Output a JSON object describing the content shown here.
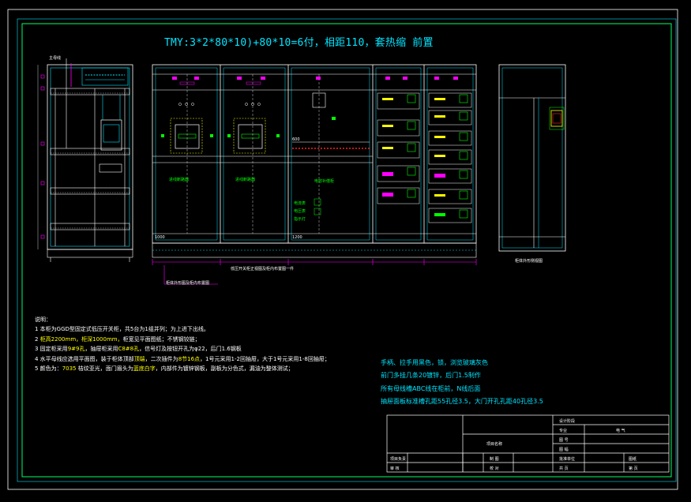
{
  "drawing": {
    "title": "TMY:3*2*80*10)+80*10=6付，相距110，套热缩 前置"
  },
  "notes": {
    "heading": "说明：",
    "items": [
      [
        "1 本柜为GGD型固定式低压开关柜，共5台为1组并列；为上进下出线。",
        ""
      ],
      [
        "2 ",
        "柜高2200mm，柜深1000mm，",
        "柜宽见平面图纸；不锈钢铰链；"
      ],
      [
        "3 固定柜采用",
        "9#9孔",
        "，抽屉柜采用",
        "C8#8孔",
        "，信号灯及按钮开孔为φ22，后门1.6钢板"
      ],
      [
        "4 水平母线应选用平面图，装于柜体顶部",
        "顶端",
        "，二次插件为",
        "8节16点",
        "，1号元采用1-2回抽屉，大于1号元采用1-8回抽屉；"
      ],
      [
        "5 颜色为：",
        "7035",
        " 桔纹亚光，面门眉头为",
        "蓝底白字",
        "，内部件为镀锌钢板，副板为分色式，漏油为整体测试；"
      ]
    ]
  },
  "requirements": [
    "手柄、拉手用黑色，锁，浏览玻璃灰色",
    "前门多挂几条20镀锌，后门1.5制作",
    "所有母线槽ABC线在柜前，N线后面",
    "抽屉面板标准槽孔距55孔径3.5，大门开孔孔距40孔径3.5"
  ],
  "labels": {
    "side_view_top": "主母线",
    "side_caption": "柜体外形图及柜内布置图",
    "front_caption": "低压开关柜正视图及柜内布置图一件",
    "right_caption": "柜体外形侧视图",
    "panel1_label": "进线断路器",
    "panel2_label": "进线断路器",
    "panel3_label": "电容补偿柜",
    "dim_1200": "1200",
    "dim_600": "600",
    "dim_1000": "1000",
    "ind_a": "电流表",
    "ind_b": "电压表",
    "ind_c": "指示灯"
  },
  "title_block": {
    "rows": [
      [
        "",
        "",
        "",
        "",
        "设计阶段",
        ""
      ],
      [
        "",
        "",
        "",
        "",
        "专业",
        "电  气"
      ],
      [
        "",
        "",
        "项目名称",
        "",
        "图  号",
        ""
      ],
      [
        "",
        "",
        "",
        "",
        "图  幅",
        ""
      ],
      [
        "项目负责",
        "",
        "制  图",
        "",
        "批准单位",
        "图纸"
      ],
      [
        "审  核",
        "",
        "校  对",
        "",
        "共  页",
        "第  页"
      ]
    ]
  },
  "colors": {
    "frame": "#00ff66",
    "cyan": "#00e5ff",
    "white": "#ffffff",
    "magenta": "#ff00ff",
    "yellow": "#ffff00",
    "red": "#ff2020",
    "green": "#00ff00"
  }
}
